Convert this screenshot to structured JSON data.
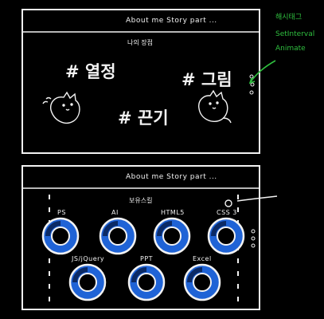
{
  "panel1": {
    "header": "About me Story part ...",
    "subtitle": "나의 장점",
    "tags": [
      "# 열정",
      "# 그림",
      "# 끈기"
    ]
  },
  "panel2": {
    "header": "About me Story part ...",
    "subtitle": "보유스킬",
    "skills_row1": [
      "PS",
      "AI",
      "HTML5",
      "CSS 3"
    ],
    "skills_row2": [
      "JS/jQuery",
      "PPT",
      "Excel"
    ]
  },
  "annotation": {
    "lines": [
      "해시태그",
      "SetInterval",
      "Animate"
    ]
  },
  "colors": {
    "background": "#000000",
    "chalk": "#f2f2f2",
    "ring_blue": "#1f63d6",
    "ring_dark": "#0b2a66",
    "annotation_green": "#2fbf3f"
  }
}
